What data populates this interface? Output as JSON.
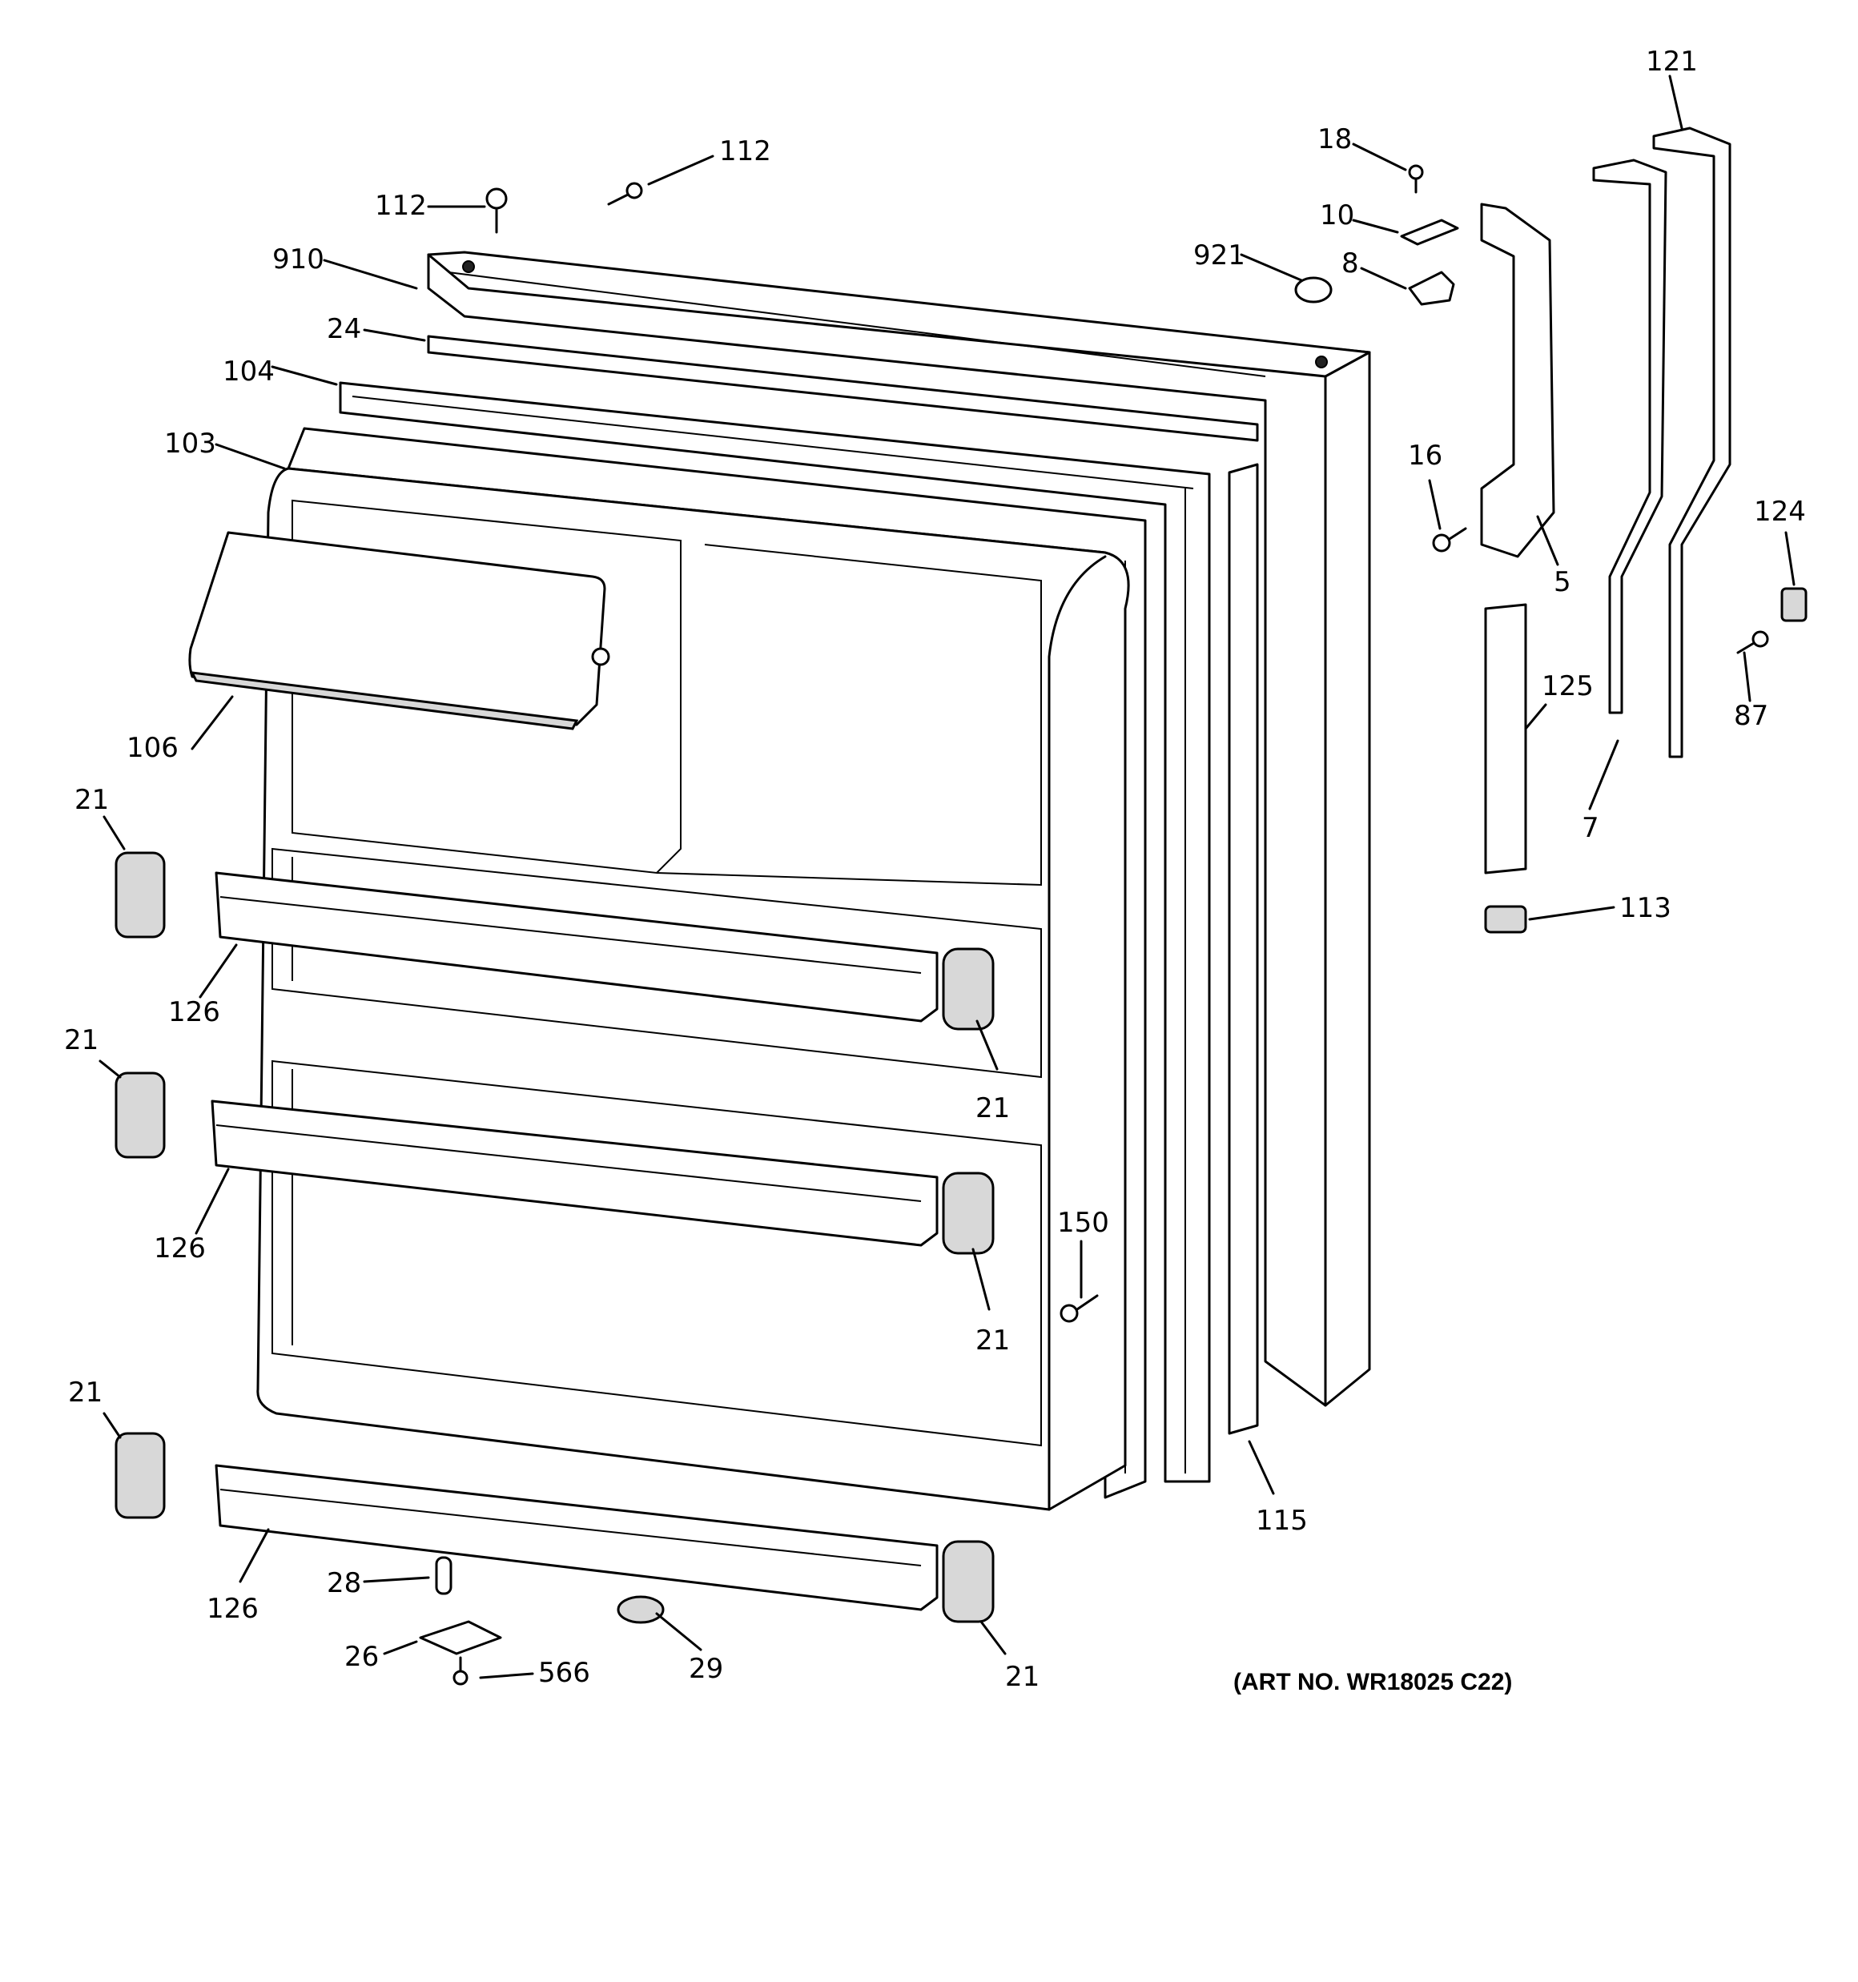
{
  "callouts": [
    {
      "id": "c112a",
      "text": "112"
    },
    {
      "id": "c112b",
      "text": "112"
    },
    {
      "id": "c910",
      "text": "910"
    },
    {
      "id": "c24",
      "text": "24"
    },
    {
      "id": "c104",
      "text": "104"
    },
    {
      "id": "c103",
      "text": "103"
    },
    {
      "id": "c106",
      "text": "106"
    },
    {
      "id": "c21a",
      "text": "21"
    },
    {
      "id": "c126a",
      "text": "126"
    },
    {
      "id": "c21b",
      "text": "21"
    },
    {
      "id": "c126b",
      "text": "126"
    },
    {
      "id": "c21c",
      "text": "21"
    },
    {
      "id": "c126c",
      "text": "126"
    },
    {
      "id": "c28",
      "text": "28"
    },
    {
      "id": "c26",
      "text": "26"
    },
    {
      "id": "c566",
      "text": "566"
    },
    {
      "id": "c29",
      "text": "29"
    },
    {
      "id": "c21d",
      "text": "21"
    },
    {
      "id": "c21e",
      "text": "21"
    },
    {
      "id": "c21f",
      "text": "21"
    },
    {
      "id": "c150",
      "text": "150"
    },
    {
      "id": "c115",
      "text": "115"
    },
    {
      "id": "c18",
      "text": "18"
    },
    {
      "id": "c10",
      "text": "10"
    },
    {
      "id": "c921",
      "text": "921"
    },
    {
      "id": "c8",
      "text": "8"
    },
    {
      "id": "c16",
      "text": "16"
    },
    {
      "id": "c5",
      "text": "5"
    },
    {
      "id": "c125",
      "text": "125"
    },
    {
      "id": "c113",
      "text": "113"
    },
    {
      "id": "c121",
      "text": "121"
    },
    {
      "id": "c124",
      "text": "124"
    },
    {
      "id": "c87",
      "text": "87"
    },
    {
      "id": "c7",
      "text": "7"
    }
  ],
  "art_number": "(ART NO. WR18025 C22)"
}
